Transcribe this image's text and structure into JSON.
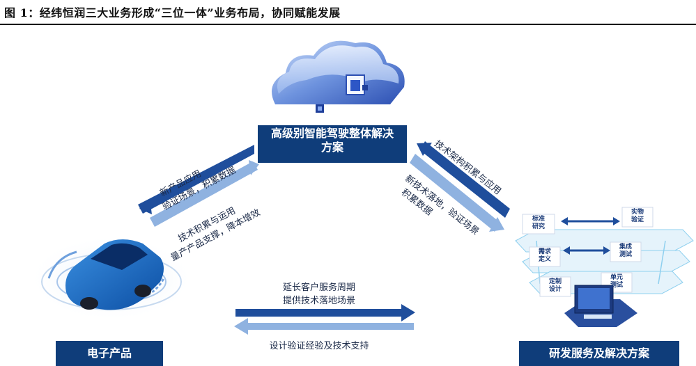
{
  "figure": {
    "title": "图 1：经纬恒润三大业务形成“三位一体”业务布局，协同赋能发展"
  },
  "nodes": {
    "top": {
      "line1": "高级别智能驾驶整体解决",
      "line2": "方案"
    },
    "left": {
      "label": "电子产品"
    },
    "right": {
      "label": "研发服务及解决方案"
    }
  },
  "edges": {
    "top_left_upper": {
      "line1": "新产品应用",
      "line2": "验证场景，积累数据"
    },
    "top_left_lower": {
      "line1": "技术积累与运用",
      "line2": "量产产品支撑，降本增效"
    },
    "top_right_upper": {
      "line1": "技术架构积累与应用"
    },
    "top_right_lower": {
      "line1": "新技术落地，验证场景",
      "line2": "积累数据"
    },
    "bottom_upper": {
      "line1": "延长客户服务周期",
      "line2": "提供技术落地场景"
    },
    "bottom_lower": {
      "line1": "设计验证经验及技术支持"
    }
  },
  "process": {
    "steps": {
      "standard": "标准\n研究",
      "physical": "实物\n验证",
      "requirement": "需求\n定义",
      "integration": "集成\n测试",
      "design": "定制\n设计",
      "unit": "单元\n测试"
    }
  },
  "colors": {
    "dark_arrow": "#1f4e9c",
    "light_arrow": "#8fb2e0",
    "label_bg": "#0f3d7a"
  },
  "icons": {
    "cloud": "cloud-icon",
    "car": "car-icon",
    "computer": "computer-icon"
  }
}
